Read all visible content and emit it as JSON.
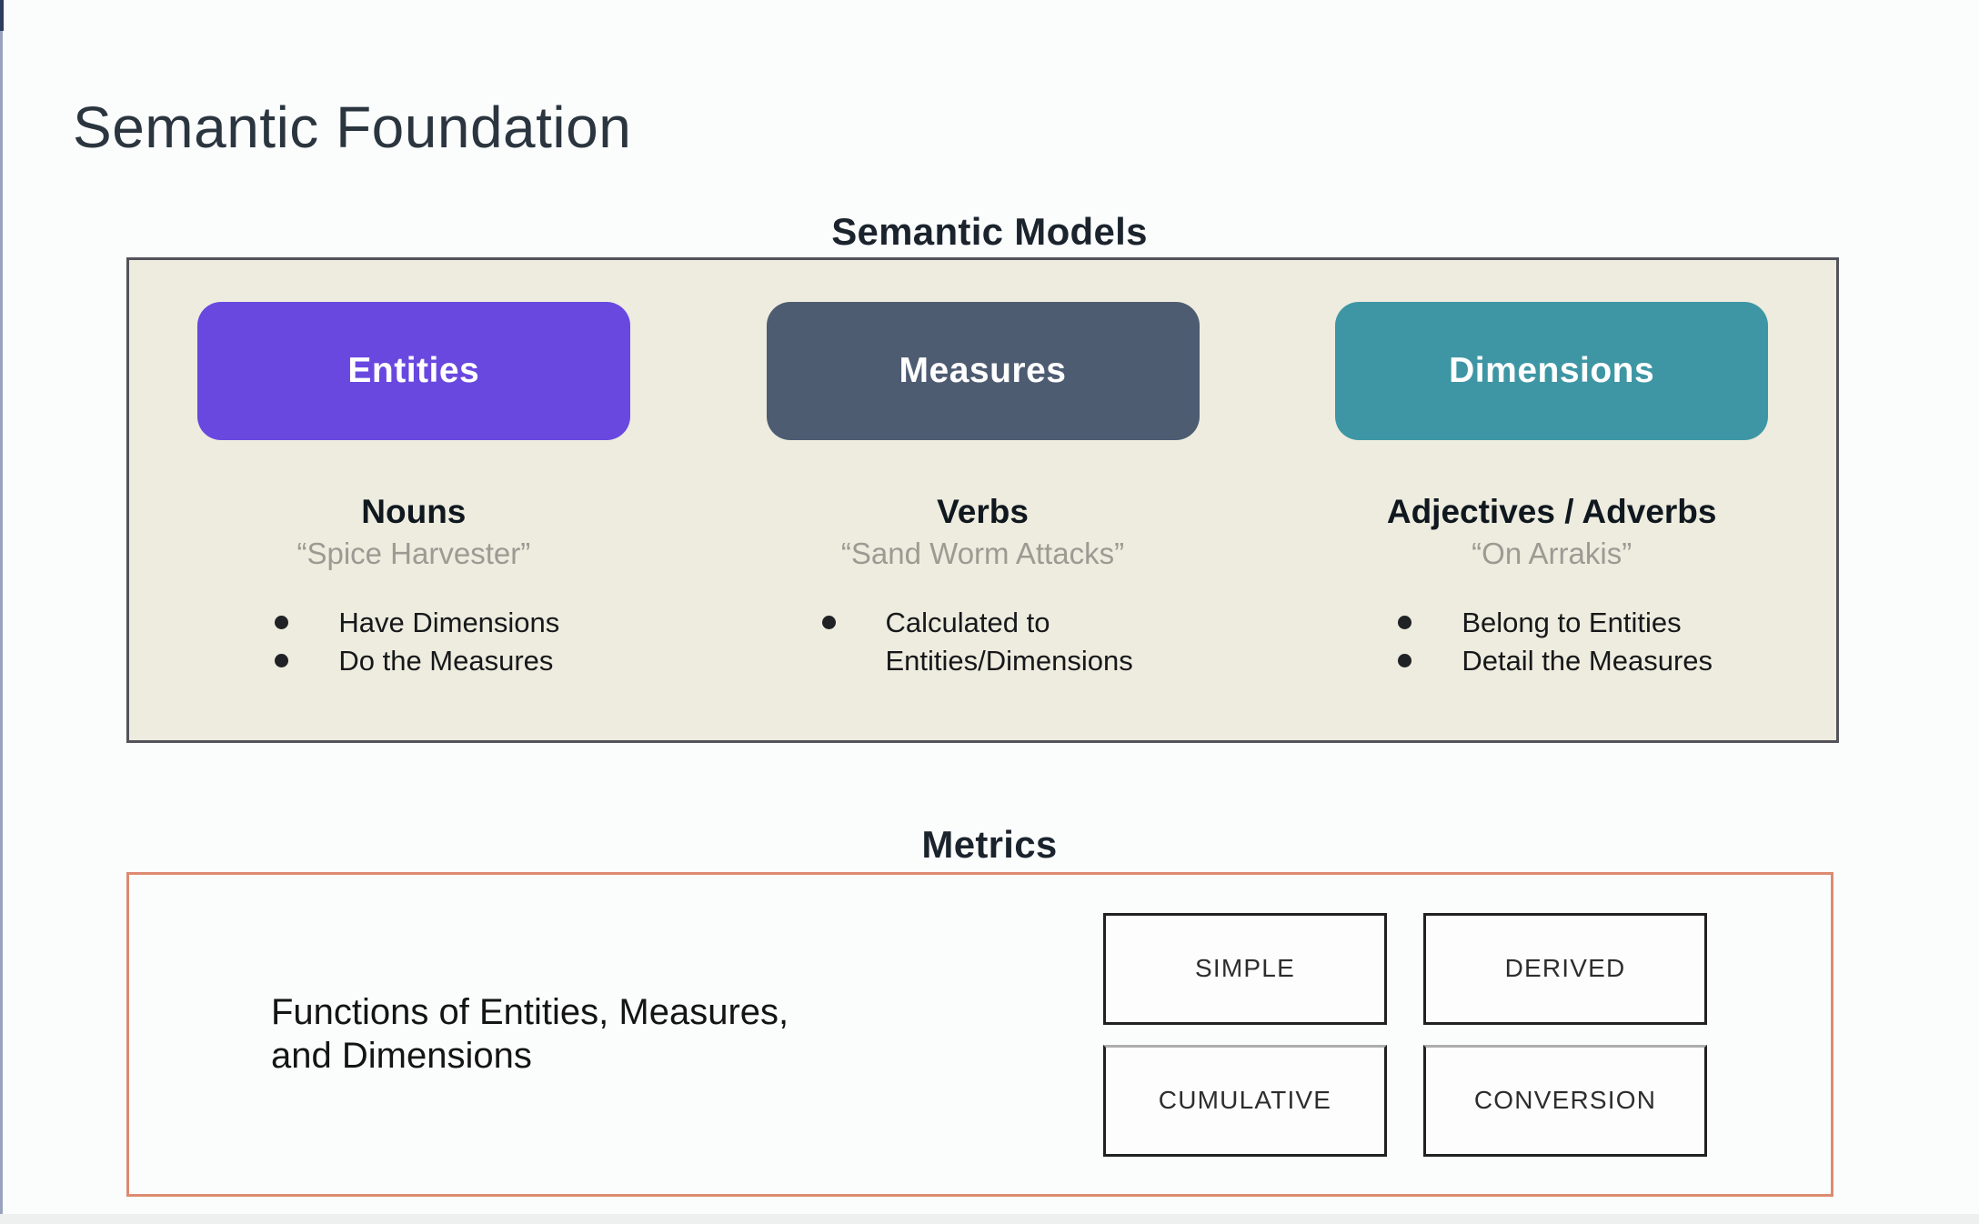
{
  "slide": {
    "title": "Semantic Foundation"
  },
  "semantic_models": {
    "heading": "Semantic Models",
    "columns": [
      {
        "pill": "Entities",
        "role": "Nouns",
        "example": "“Spice Harvester”",
        "bullets": [
          "Have Dimensions",
          "Do the Measures"
        ]
      },
      {
        "pill": "Measures",
        "role": "Verbs",
        "example": "“Sand Worm Attacks”",
        "bullets": [
          "Calculated to Entities/Dimensions"
        ]
      },
      {
        "pill": "Dimensions",
        "role": "Adjectives / Adverbs",
        "example": "“On Arrakis”",
        "bullets": [
          "Belong to Entities",
          "Detail the Measures"
        ]
      }
    ]
  },
  "metrics": {
    "heading": "Metrics",
    "description": [
      "Functions of Entities, Measures,",
      "and Dimensions"
    ],
    "types": [
      "SIMPLE",
      "DERIVED",
      "CUMULATIVE",
      "CONVERSION"
    ]
  },
  "colors": {
    "entities_pill": "#6948e0",
    "measures_pill": "#4e5c72",
    "dimensions_pill": "#3e96a4",
    "models_panel_bg": "#edecdf",
    "models_panel_border": "#53535a",
    "metrics_panel_border": "#dc8b70",
    "quote_text": "#9b9b93"
  }
}
